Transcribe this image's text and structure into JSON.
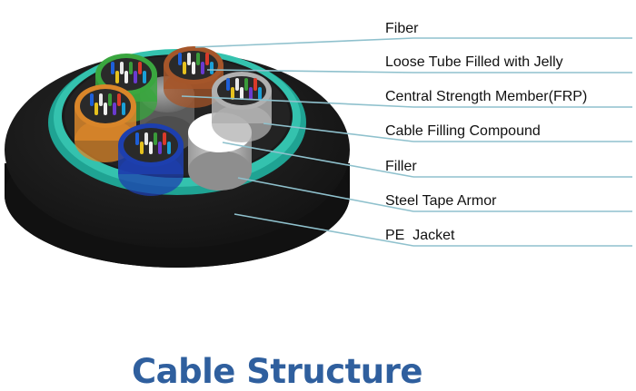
{
  "title": "Cable Structure",
  "labels": [
    {
      "id": "fiber",
      "text": "Fiber"
    },
    {
      "id": "loose-tube",
      "text": "Loose Tube Filled with Jelly"
    },
    {
      "id": "central-strength-member",
      "text": "Central Strength Member(FRP)"
    },
    {
      "id": "cable-filling-compound",
      "text": "Cable Filling Compound"
    },
    {
      "id": "filler",
      "text": "Filler"
    },
    {
      "id": "steel-tape-armor",
      "text": "Steel Tape Armor"
    },
    {
      "id": "pe-jacket",
      "text": "PE  Jacket"
    }
  ],
  "colors": {
    "title": "#2f5f9e",
    "leader": "#8fc1cd",
    "jacket": "#1c1c1c",
    "armor": "#2ab3a1",
    "tube_green": "#3aa63f",
    "tube_orange": "#d9862a",
    "tube_blue": "#1d3fae",
    "tube_brown": "#a5562a",
    "tube_gray": "#b0b0b0",
    "frp": "#8a8a8a",
    "filler": "#ffffff"
  }
}
